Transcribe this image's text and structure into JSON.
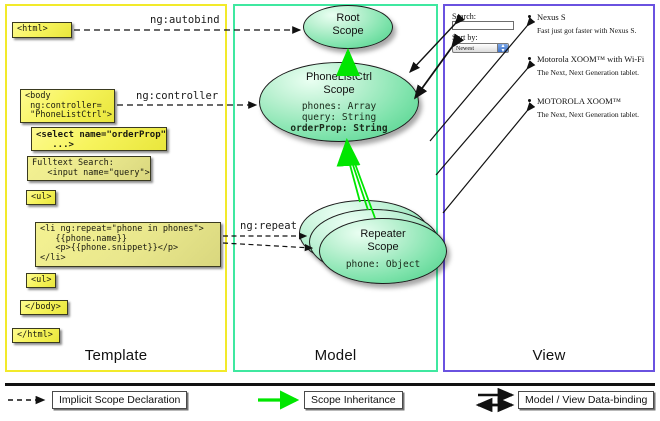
{
  "panels": {
    "template": {
      "title": "Template",
      "border_color": "#f2ea2a"
    },
    "model": {
      "title": "Model",
      "border_color": "#3fe8a0"
    },
    "view": {
      "title": "View",
      "border_color": "#6a52e0"
    }
  },
  "template_code": [
    {
      "name": "html-open-tag",
      "text": "<html>"
    },
    {
      "name": "body-tag",
      "text": "<body\n ng:controller=\n \"PhoneListCtrl\">"
    },
    {
      "name": "select-tag",
      "text": "<select name=\"orderProp\"\n   ...>"
    },
    {
      "name": "fulltext-search",
      "text": "Fulltext Search:\n   <input name=\"query\">"
    },
    {
      "name": "ul-open-tag",
      "text": "<ul>"
    },
    {
      "name": "li-ngrepeat",
      "text": "<li ng:repeat=\"phone in phones\">\n   {{phone.name}}\n   <p>{{phone.snippet}}</p>\n</li>"
    },
    {
      "name": "ul-close-tag",
      "text": "<ul>"
    },
    {
      "name": "body-close-tag",
      "text": "</body>"
    },
    {
      "name": "html-close-tag",
      "text": "</html>"
    }
  ],
  "scopes": {
    "root": {
      "title_line1": "Root",
      "title_line2": "Scope"
    },
    "phonelist": {
      "title_line1": "PhoneListCtrl",
      "title_line2": "Scope",
      "prop1": "phones: Array",
      "prop2": "query: String",
      "prop3": "orderProp: String"
    },
    "repeater": {
      "title_line1": "Repeater",
      "title_line2": "Scope",
      "prop1": "phone: Object"
    }
  },
  "connectors": {
    "autobind": "ng:autobind",
    "controller": "ng:controller",
    "repeat": "ng:repeat"
  },
  "view": {
    "search_label": "Search:",
    "search_value": "",
    "sort_label": "Sort by:",
    "sort_selected": "Newest",
    "sort_options": [
      "Newest"
    ],
    "phones": [
      {
        "name": "Nexus S",
        "snippet": "Fast just got faster with Nexus S."
      },
      {
        "name": "Motorola XOOM™ with Wi-Fi",
        "snippet": "The Next, Next Generation tablet."
      },
      {
        "name": "MOTOROLA XOOM™",
        "snippet": "The Next, Next Generation tablet."
      }
    ]
  },
  "legend": [
    {
      "name": "implicit-scope-declaration",
      "label": "Implicit Scope Declaration",
      "style": "dashed-arrow",
      "color": "#111111"
    },
    {
      "name": "scope-inheritance",
      "label": "Scope Inheritance",
      "style": "green-arrow",
      "color": "#00e600"
    },
    {
      "name": "model-view-data-binding",
      "label": "Model / View Data-binding",
      "style": "double-arrow",
      "color": "#111111"
    }
  ]
}
